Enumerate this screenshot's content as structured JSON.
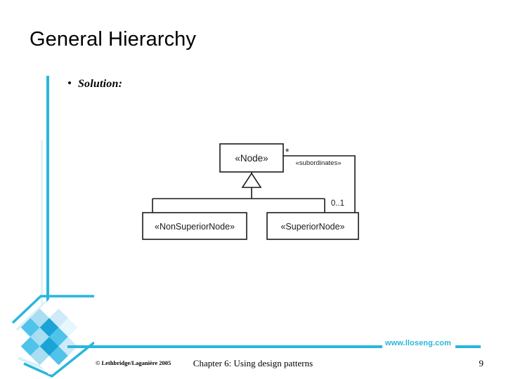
{
  "slide": {
    "title": "General Hierarchy",
    "bullet_marker": "•",
    "bullet_text": "Solution:"
  },
  "colors": {
    "accent_cyan": "#29b6dc",
    "accent_faint": "#e2f4fb",
    "deco_blue_dark": "#1aa3d6",
    "deco_blue_mid": "#4fc3ea",
    "deco_blue_light": "#a8ddf2",
    "text_black": "#000000"
  },
  "diagram": {
    "type": "uml-class-diagram",
    "classes": [
      {
        "id": "node",
        "name": "«Node»"
      },
      {
        "id": "nonsuperior",
        "name": "«NonSuperiorNode»"
      },
      {
        "id": "superior",
        "name": "«SuperiorNode»"
      }
    ],
    "relationships": [
      {
        "kind": "generalization",
        "parent": "«Node»",
        "children": [
          "«NonSuperiorNode»",
          "«SuperiorNode»"
        ]
      },
      {
        "kind": "association",
        "from": "«SuperiorNode»",
        "to": "«Node»",
        "role_label": "«subordinates»",
        "multiplicity_target": "*",
        "multiplicity_source": "0..1"
      }
    ],
    "labels": {
      "multiplicity_star": "*",
      "role_subordinates": "«subordinates»",
      "multiplicity_zero_one": "0..1"
    }
  },
  "footer": {
    "copyright": "© Lethbridge/Laganière 2005",
    "chapter": "Chapter 6: Using design patterns",
    "page_number": "9",
    "url": "www.lloseng.com"
  }
}
